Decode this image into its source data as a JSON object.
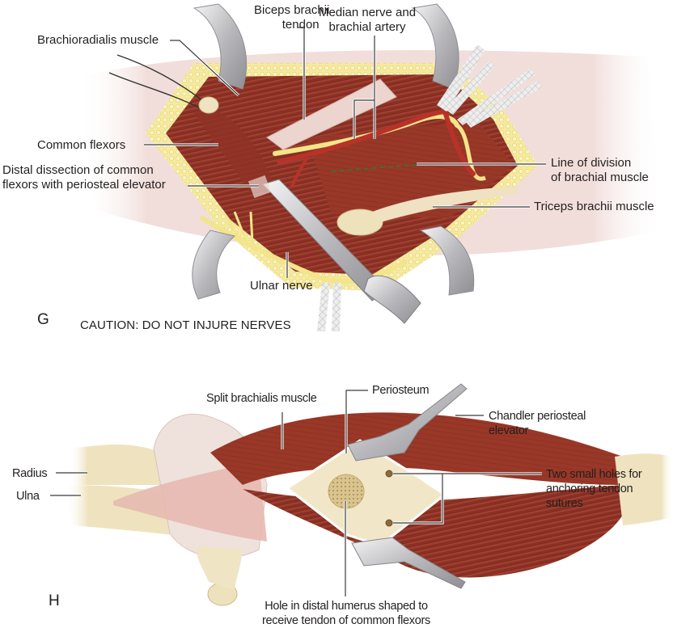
{
  "figure": {
    "panel_g": {
      "letter": "G",
      "caution": "CAUTION: DO NOT INJURE NERVES",
      "labels": {
        "biceps_tendon": [
          "Biceps brachii",
          "tendon"
        ],
        "median_nerve": [
          "Median nerve and",
          "brachial artery"
        ],
        "brachioradialis": "Brachioradialis muscle",
        "common_flexors": "Common flexors",
        "distal_dissection": [
          "Distal dissection of common",
          "flexors with periosteal elevator"
        ],
        "line_of_division": [
          "Line of division",
          "of brachial muscle"
        ],
        "triceps": "Triceps brachii muscle",
        "ulnar_nerve": "Ulnar nerve"
      }
    },
    "panel_h": {
      "letter": "H",
      "labels": {
        "split_brachialis": "Split brachialis muscle",
        "periosteum": "Periosteum",
        "chandler": [
          "Chandler periosteal",
          "elevator"
        ],
        "radius": "Radius",
        "ulna": "Ulna",
        "two_holes": [
          "Two small holes for",
          "anchoring tendon",
          "sutures"
        ],
        "hole_humerus": [
          "Hole in distal humerus shaped to",
          "receive tendon of common flexors"
        ]
      }
    },
    "colors": {
      "muscle": "#9c3a2c",
      "muscle_dark": "#7a2a20",
      "fat": "#f3e79a",
      "nerve": "#f2e58a",
      "artery": "#b8322a",
      "skin": "#f1dedb",
      "bone": "#f1e6c4",
      "instrument": "#c9c9cc",
      "division_line": "#2f7a2f"
    }
  }
}
